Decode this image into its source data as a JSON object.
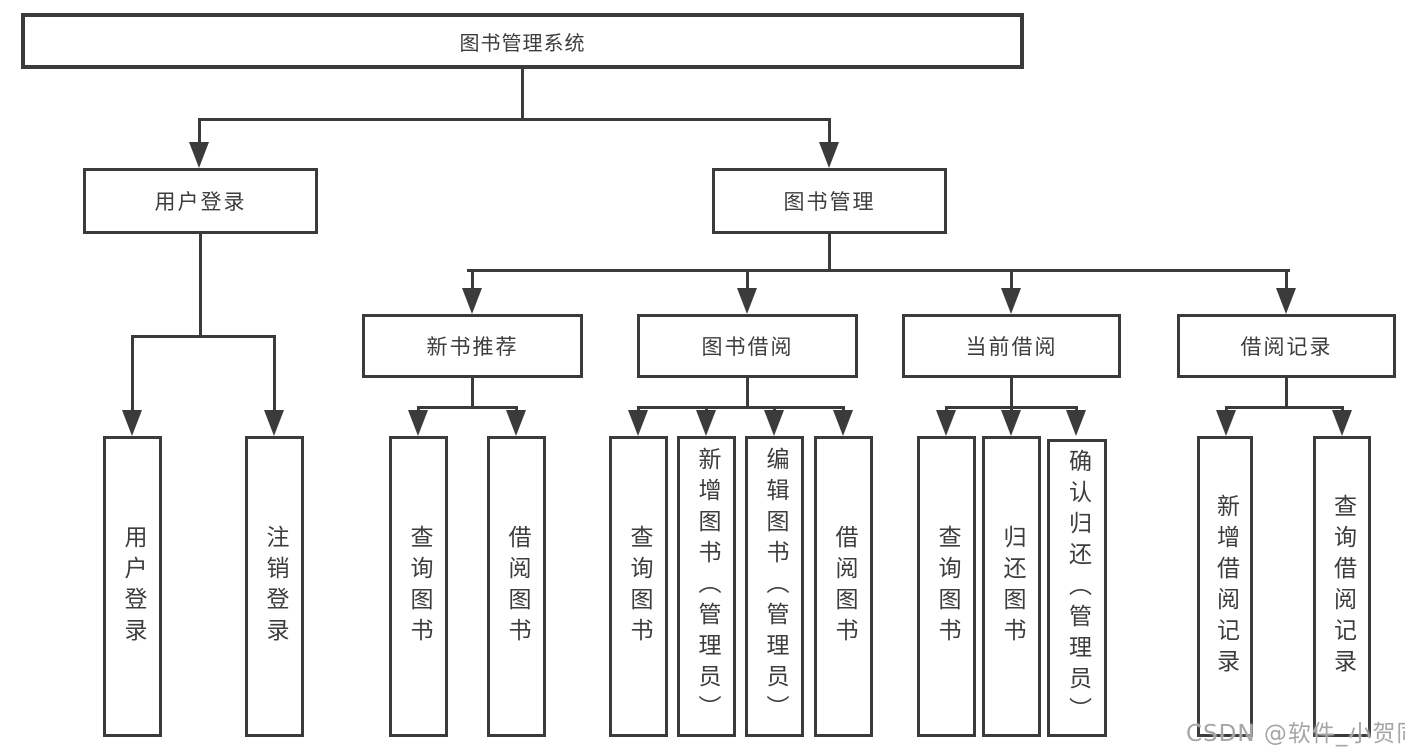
{
  "page": {
    "watermark": "CSDN @软件_小贺同学"
  },
  "colors": {
    "line": "#3b3b3b",
    "text": "#3d3d3d",
    "watermark": "#a6a6a6",
    "background": "#ffffff"
  },
  "tree": {
    "root": "图书管理系统",
    "user_login": {
      "label": "用户登录",
      "children": [
        "用户登录",
        "注销登录"
      ]
    },
    "book_management": {
      "label": "图书管理",
      "sections": [
        {
          "label": "新书推荐",
          "children": [
            "查询图书",
            "借阅图书"
          ]
        },
        {
          "label": "图书借阅",
          "children": [
            "查询图书",
            "新增图书（管理员）",
            "编辑图书（管理员）",
            "借阅图书"
          ]
        },
        {
          "label": "当前借阅",
          "children": [
            "查询图书",
            "归还图书",
            "确认归还（管理员）"
          ]
        },
        {
          "label": "借阅记录",
          "children": [
            "新增借阅记录",
            "查询借阅记录"
          ]
        }
      ]
    }
  }
}
